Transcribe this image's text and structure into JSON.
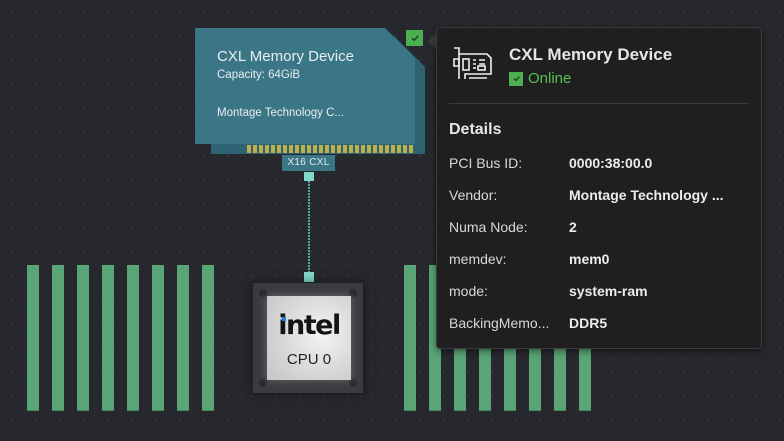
{
  "device_card": {
    "title": "CXL Memory Device",
    "capacity": "Capacity: 64GiB",
    "vendor": "Montage Technology C...",
    "slot_label": "X16 CXL",
    "status_icon": "check-icon",
    "pin_count": 28
  },
  "cpu": {
    "brand": "intel",
    "label": "CPU 0"
  },
  "memory": {
    "left_dimm_count": 8,
    "right_dimm_count": 8
  },
  "tooltip": {
    "icon": "pcie-card-icon",
    "title": "CXL Memory Device",
    "status": "Online",
    "section_title": "Details",
    "rows": [
      {
        "key": "PCI Bus ID:",
        "value": "0000:38:00.0"
      },
      {
        "key": "Vendor:",
        "value": "Montage Technology ..."
      },
      {
        "key": "Numa Node:",
        "value": "2"
      },
      {
        "key": "memdev:",
        "value": "mem0"
      },
      {
        "key": "mode:",
        "value": "system-ram"
      },
      {
        "key": "BackingMemo...",
        "value": "DDR5"
      }
    ]
  },
  "colors": {
    "background": "#27282d",
    "card": "#3a7686",
    "online": "#4caf50",
    "dimm": "#5aa577",
    "connector": "#7fd8c9"
  }
}
